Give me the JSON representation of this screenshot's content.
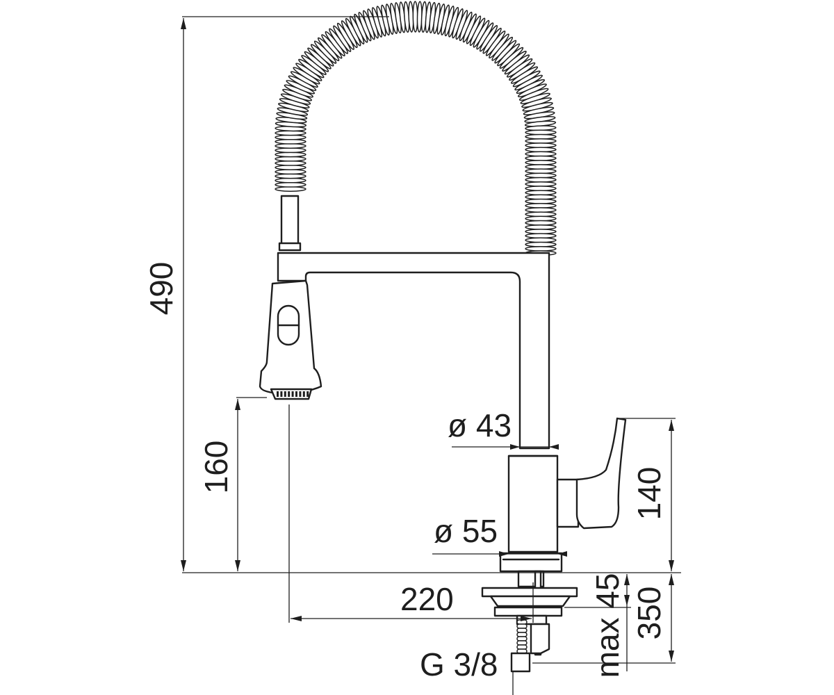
{
  "dimensions": {
    "total_height": "490",
    "spout_height": "160",
    "body_height": "140",
    "tube_diameter": "ø 43",
    "base_diameter": "ø 55",
    "reach": "220",
    "deck_thickness": "max 45",
    "hose_length": "350",
    "connection": "G 3/8"
  }
}
